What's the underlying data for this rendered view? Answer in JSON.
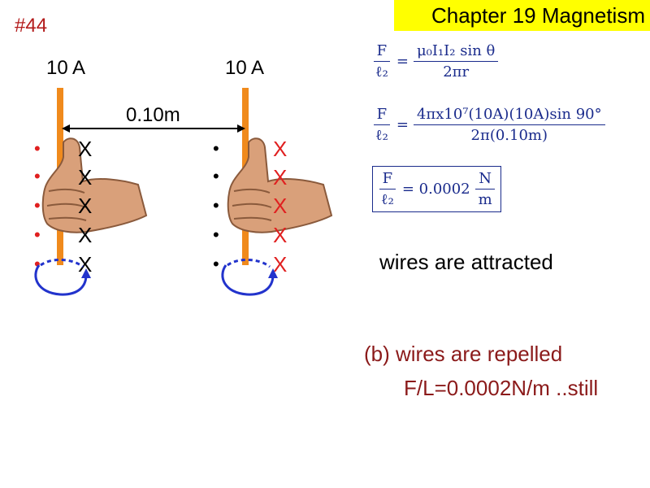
{
  "slide": {
    "number": "#44",
    "title": "Chapter 19 Magnetism"
  },
  "diagram": {
    "left_current": "10 A",
    "right_current": "10 A",
    "separation": "0.10m",
    "field_x_mark": "X",
    "field_dot_mark": "•",
    "left_x_color": "#000000",
    "right_x_color": "#e02020",
    "left_dot_color": "#e02020",
    "right_dot_color": "#000000",
    "wire_color": "#f08a1c",
    "rotation_arrow_color": "#2233cc",
    "icons": [
      "thumbs-up-hand-icon",
      "curved-arrow-icon"
    ]
  },
  "equations": {
    "eq1": {
      "lhs_num": "F",
      "lhs_den": "ℓ₂",
      "rhs_num": "μ₀I₁I₂ sin θ",
      "rhs_den": "2πr"
    },
    "eq2": {
      "lhs_num": "F",
      "lhs_den": "ℓ₂",
      "rhs_num": "4πx10⁷(10A)(10A)sin 90°",
      "rhs_den": "2π(0.10m)"
    },
    "eq3": {
      "lhs_num": "F",
      "lhs_den": "ℓ₂",
      "value": "= 0.0002",
      "unit_num": "N",
      "unit_den": "m"
    }
  },
  "answers": {
    "a": "wires are attracted",
    "b": "(b) wires are repelled",
    "b_detail": "F/L=0.0002N/m ..still"
  }
}
